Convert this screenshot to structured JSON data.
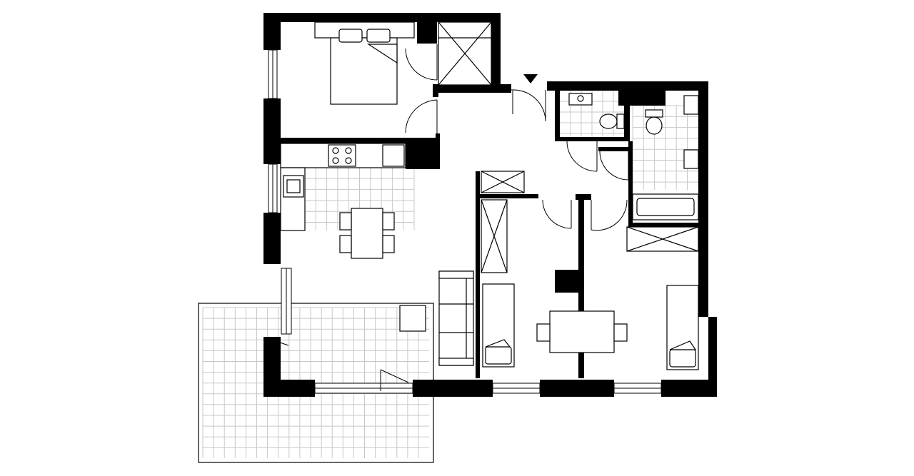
{
  "plan": {
    "entrance_marker": "down-triangle",
    "colors": {
      "wall": "#000000",
      "tile_grid": "#c8c8c8",
      "background": "#ffffff"
    },
    "rooms": [
      "bedroom",
      "hall",
      "bathroom-1",
      "bathroom-2",
      "kitchen",
      "living-room",
      "bedroom-2",
      "bedroom-3",
      "balcony"
    ]
  }
}
